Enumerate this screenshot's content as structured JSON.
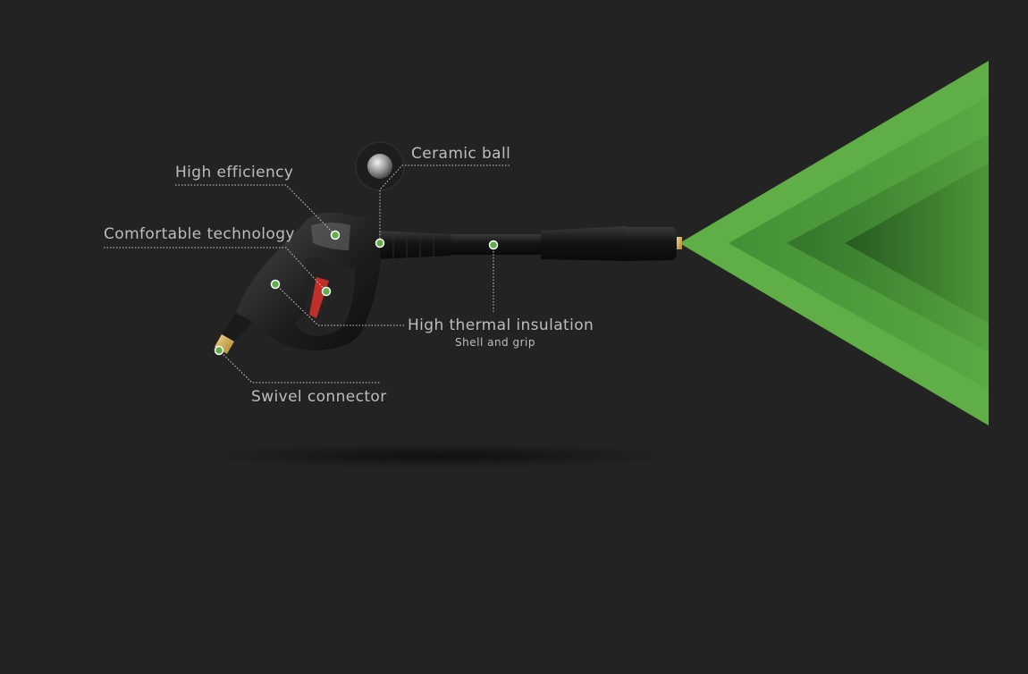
{
  "labels": {
    "ceramic_ball": "Ceramic ball",
    "high_efficiency": "High efficiency",
    "comfortable_technology": "Comfortable technology",
    "high_thermal_insulation": "High thermal insulation",
    "shell_and_grip": "Shell and grip",
    "swivel_connector": "Swivel connector"
  },
  "colors": {
    "background": "#232323",
    "accent_green": "#5fae46",
    "marker_green": "#5fae46",
    "label_text": "#bdbdbd"
  }
}
